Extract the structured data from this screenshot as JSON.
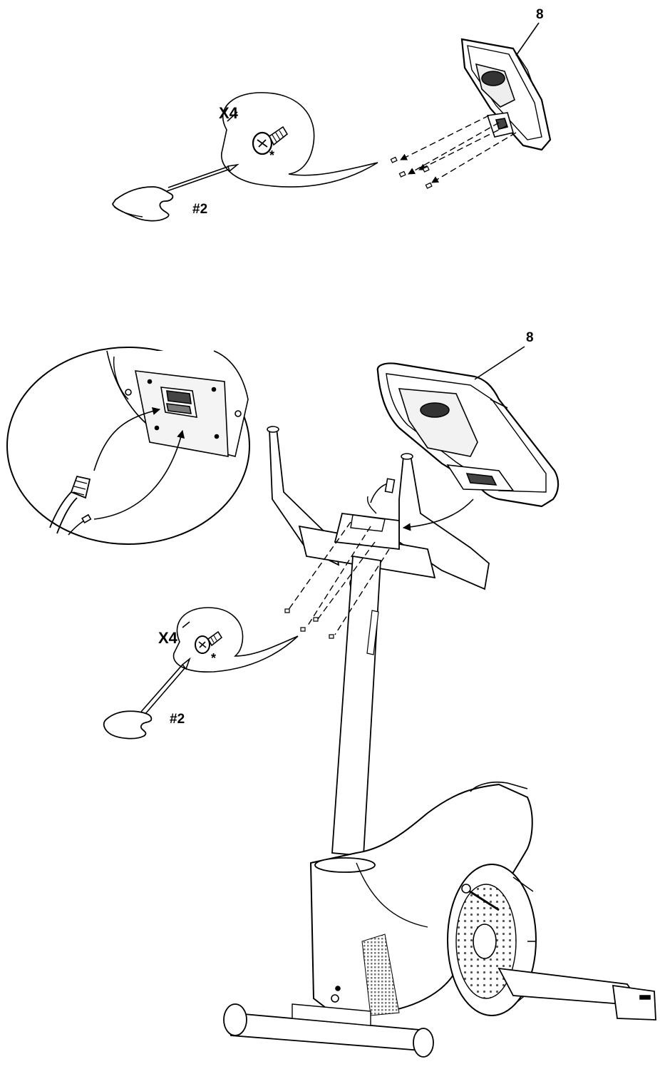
{
  "colors": {
    "ink": "#000000",
    "paper": "#ffffff",
    "mesh": "#8a8a8a",
    "shade": "#d9d9d9"
  },
  "step1": {
    "part_number": "8",
    "quantity": "X4",
    "asterisk": "*",
    "tool": "#2"
  },
  "step2": {
    "part_number": "8",
    "quantity": "X4",
    "asterisk": "*",
    "tool": "#2"
  },
  "icons": [
    "screw-icon",
    "screwdriver-icon",
    "console-icon",
    "cable-connector-icon",
    "exercise-bike-icon"
  ]
}
